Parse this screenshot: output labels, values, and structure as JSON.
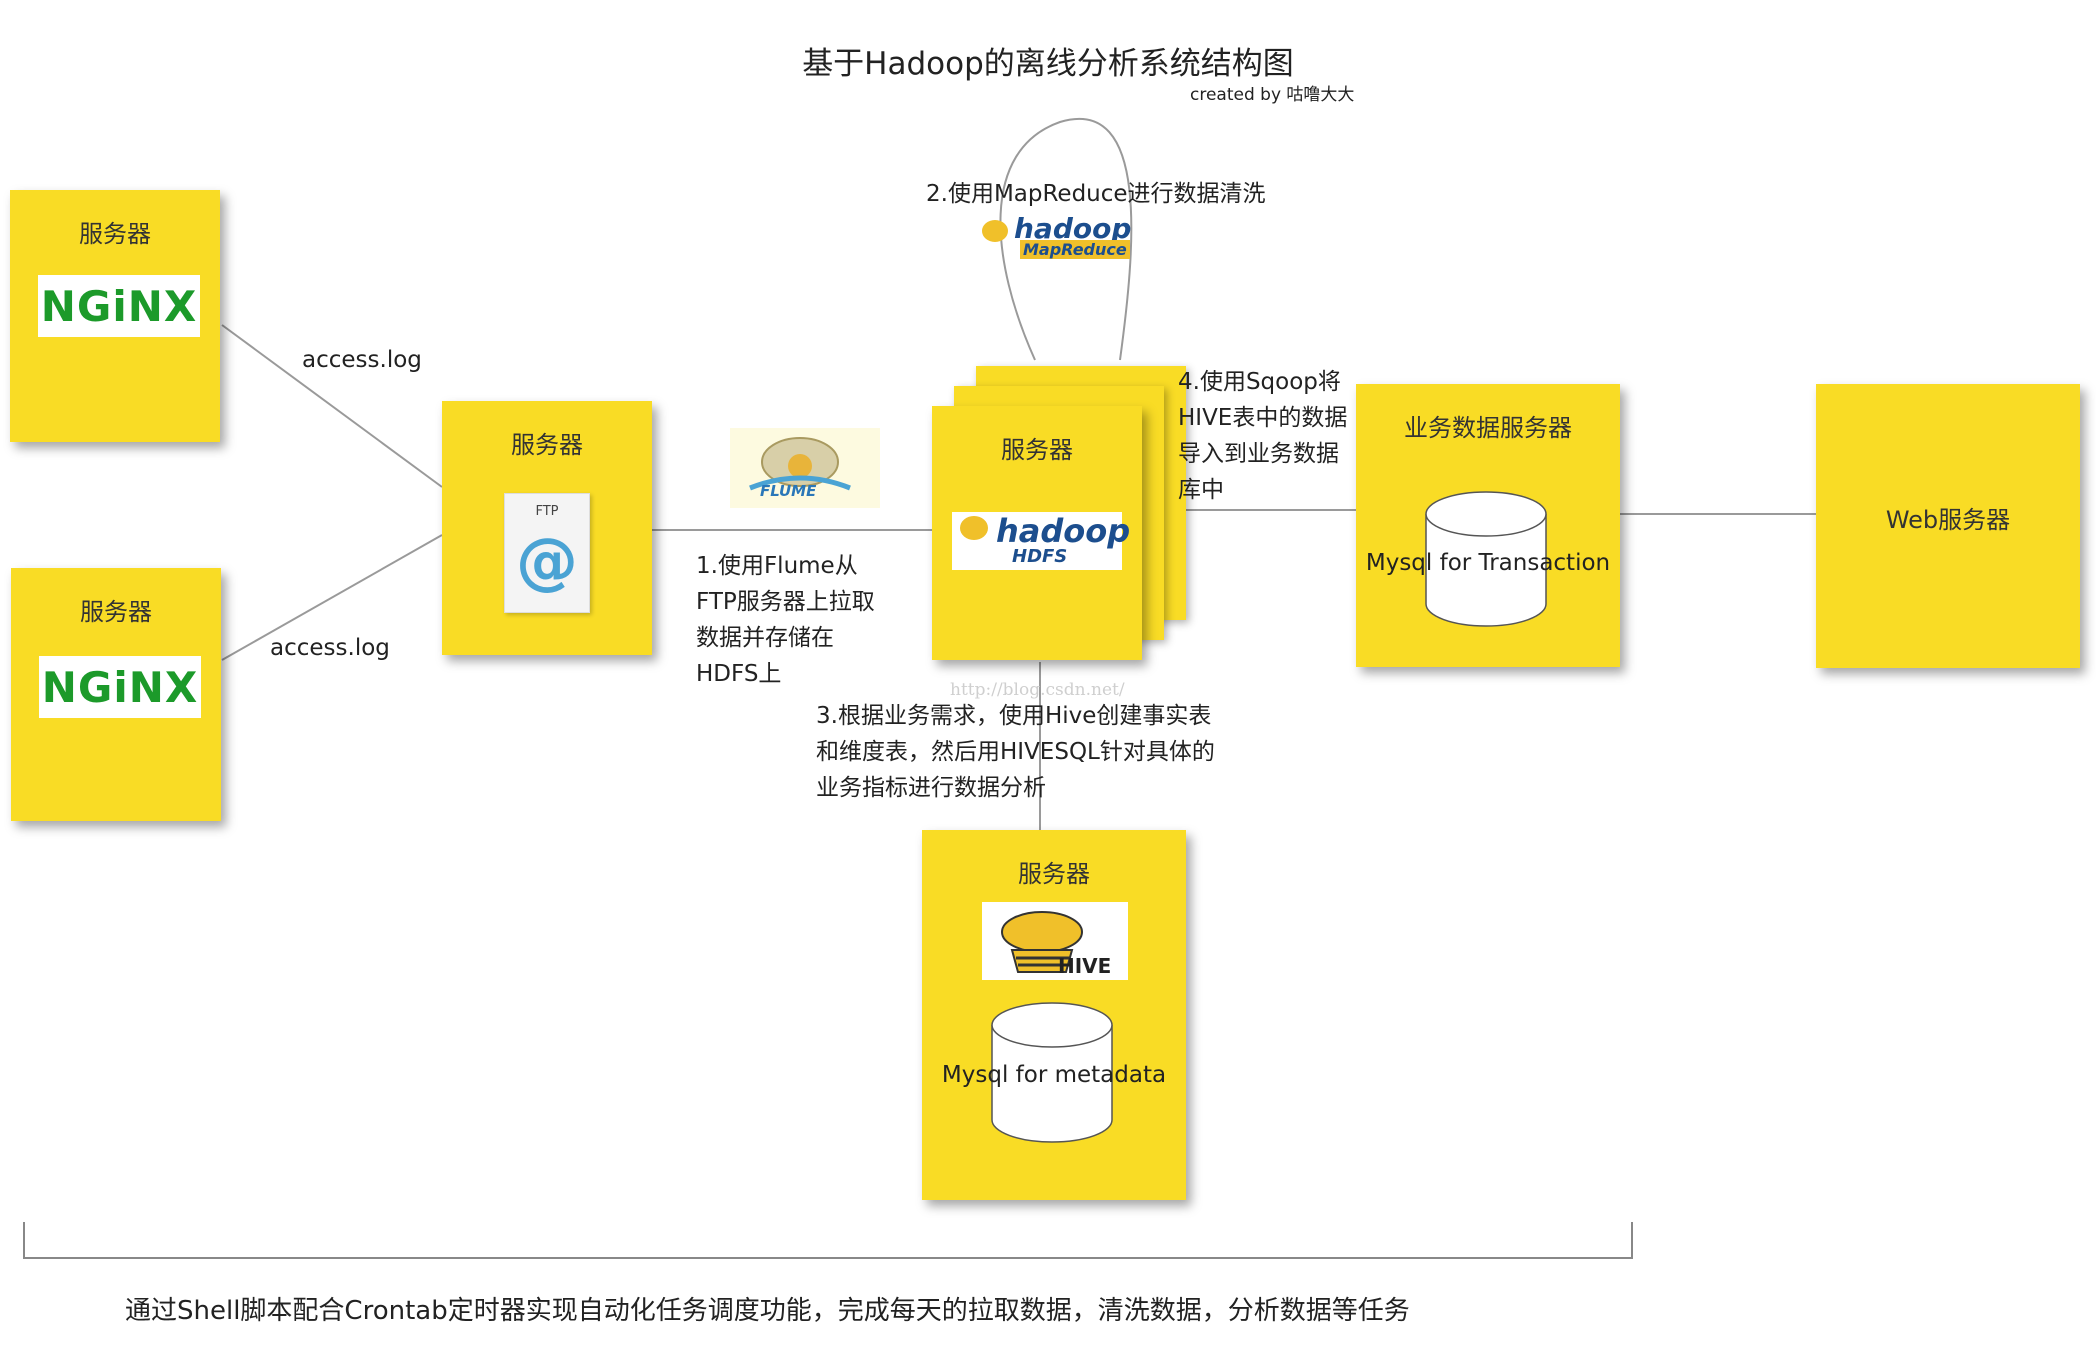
{
  "title": "基于Hadoop的离线分析系统结构图",
  "subtitle": "created by 咕噜大大",
  "nodes": {
    "nginx1": {
      "title": "服务器",
      "logo": "NGiNX"
    },
    "nginx2": {
      "title": "服务器",
      "logo": "NGiNX"
    },
    "ftp": {
      "title": "服务器",
      "icon_text": "FTP",
      "icon_glyph": "@"
    },
    "hdfs": {
      "title": "服务器",
      "logo_main": "hadoop",
      "logo_sub": "HDFS"
    },
    "business": {
      "title": "业务数据服务器",
      "db_label": "Mysql for Transaction"
    },
    "web": {
      "title": "Web服务器"
    },
    "hive": {
      "title": "服务器",
      "logo": "HIVE",
      "db_label": "Mysql for metadata"
    }
  },
  "edges": {
    "log1": "access.log",
    "log2": "access.log"
  },
  "steps": {
    "step1": [
      "1.使用Flume从",
      "FTP服务器上拉取",
      "数据并存储在",
      "HDFS上"
    ],
    "step2": "2.使用MapReduce进行数据清洗",
    "step3": [
      "3.根据业务需求，使用Hive创建事实表",
      "和维度表，然后用HIVESQL针对具体的",
      "业务指标进行数据分析"
    ],
    "step4": [
      "4.使用Sqoop将",
      "HIVE表中的数据",
      "导入到业务数据",
      "库中"
    ]
  },
  "logos": {
    "flume": "FLUME",
    "mapreduce_main": "hadoop",
    "mapreduce_sub": "MapReduce"
  },
  "watermark": "http://blog.csdn.net/",
  "footer": "通过Shell脚本配合Crontab定时器实现自动化任务调度功能，完成每天的拉取数据，清洗数据，分析数据等任务"
}
